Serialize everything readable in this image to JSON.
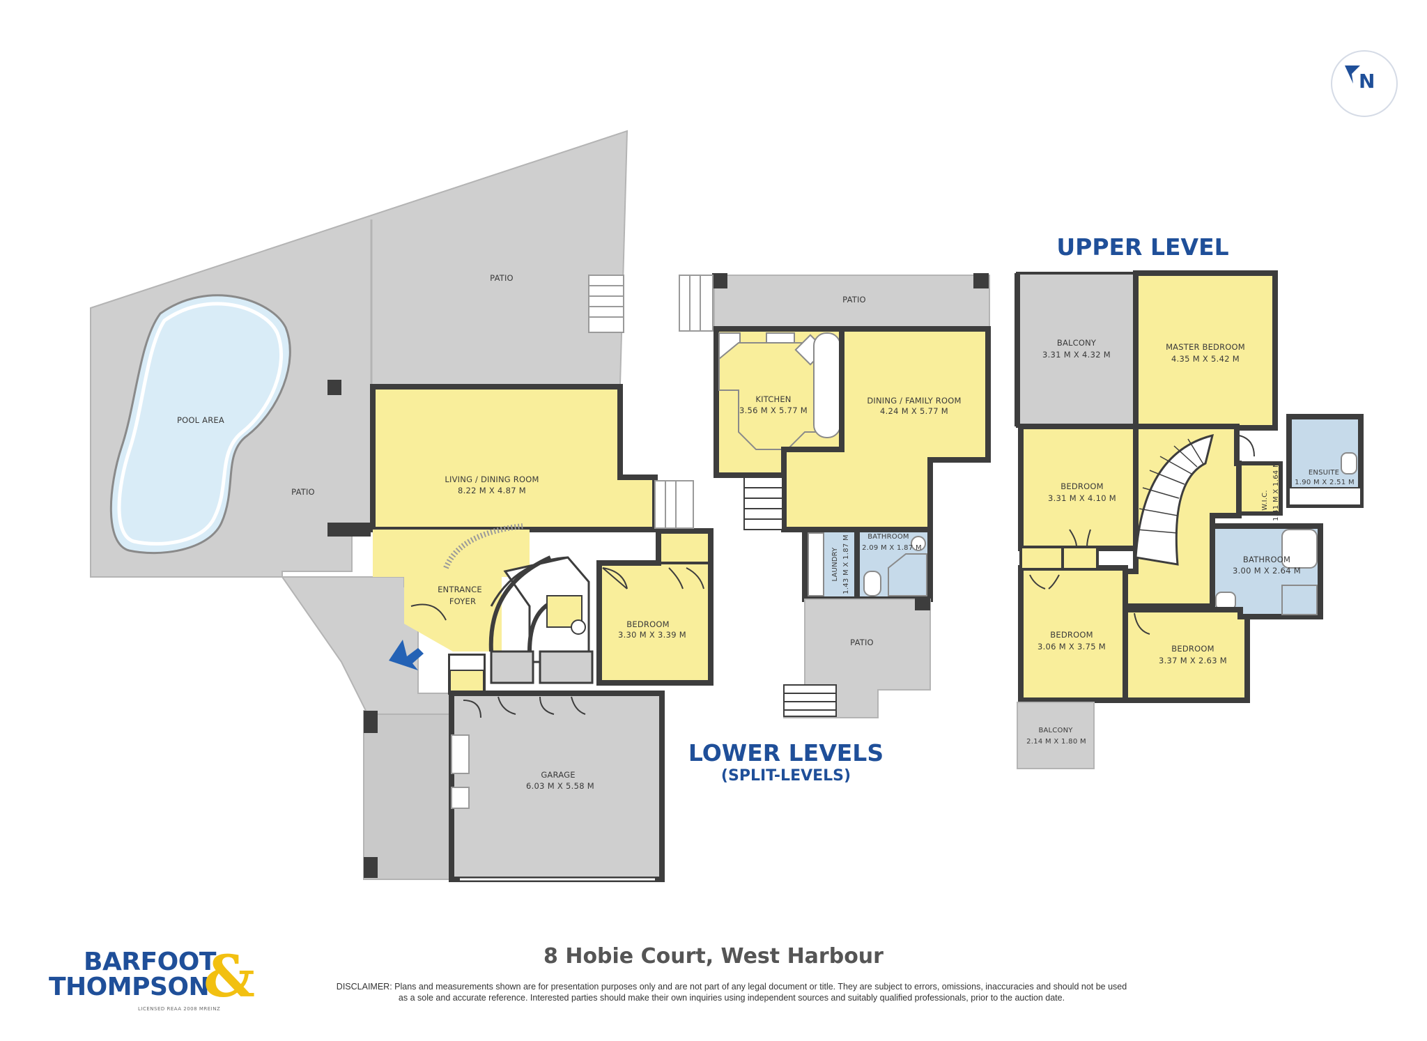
{
  "colors": {
    "room": "#f9ee9b",
    "wet_area": "#c6daea",
    "outdoor": "#cfcfcf",
    "pool": "#d9ecf7",
    "wall": "#3d3d3d",
    "accent": "#1f4f99",
    "logo_amp": "#f2c011"
  },
  "levels": {
    "upper_title": "UPPER LEVEL",
    "lower_title": "LOWER LEVELS",
    "lower_subtitle": "(SPLIT-LEVELS)"
  },
  "rooms": {
    "patio_top": "PATIO",
    "pool_area": "POOL AREA",
    "patio_left": "PATIO",
    "living_name": "LIVING / DINING ROOM",
    "living_dim": "8.22 M X 4.87 M",
    "entrance_l1": "ENTRANCE",
    "entrance_l2": "FOYER",
    "bedroom_lower_name": "BEDROOM",
    "bedroom_lower_dim": "3.30 M X 3.39 M",
    "garage_name": "GARAGE",
    "garage_dim": "6.03 M X 5.58 M",
    "patio_mid": "PATIO",
    "kitchen_name": "KITCHEN",
    "kitchen_dim": "3.56 M X 5.77 M",
    "dining_name": "DINING / FAMILY ROOM",
    "dining_dim": "4.24 M X 5.77 M",
    "laundry_name": "LAUNDRY",
    "laundry_dim": "1.43 M X 1.87 M",
    "bathroom_lower_name": "BATHROOM",
    "bathroom_lower_dim": "2.09 M X 1.87 M",
    "patio_lower": "PATIO",
    "balcony_top_name": "BALCONY",
    "balcony_top_dim": "3.31 M X 4.32 M",
    "master_name": "MASTER BEDROOM",
    "master_dim": "4.35 M X 5.42 M",
    "ensuite_name": "ENSUITE",
    "ensuite_dim": "1.90 M X 2.51 M",
    "wic_name": "W.I.C.",
    "wic_dim": "1.41 M X 1.64 M",
    "bedroom_u1_name": "BEDROOM",
    "bedroom_u1_dim": "3.31 M X 4.10 M",
    "bathroom_upper_name": "BATHROOM",
    "bathroom_upper_dim": "3.00 M X 2.64 M",
    "bedroom_u2_name": "BEDROOM",
    "bedroom_u2_dim": "3.06 M X 3.75 M",
    "bedroom_u3_name": "BEDROOM",
    "bedroom_u3_dim": "3.37 M X 2.63 M",
    "balcony_bottom_name": "BALCONY",
    "balcony_bottom_dim": "2.14 M X 1.80 M"
  },
  "compass": {
    "label": "N",
    "icon": "north-arrow-icon"
  },
  "entry_marker": {
    "icon": "entry-arrow-icon"
  },
  "footer": {
    "address": "8 Hobie Court, West Harbour",
    "disclaimer_1": "DISCLAIMER: Plans and measurements shown are for presentation purposes only and are not part of any legal document or title. They are subject to errors, omissions, inaccuracies and should not be used",
    "disclaimer_2": "as a sole and accurate reference. Interested parties should make their own inquiries using independent sources and suitably qualified professionals, prior to the auction date."
  },
  "logo": {
    "line1": "BARFOOT",
    "line2": "THOMPSON",
    "amp": "&",
    "license": "LICENSED REAA 2008 MREINZ"
  }
}
